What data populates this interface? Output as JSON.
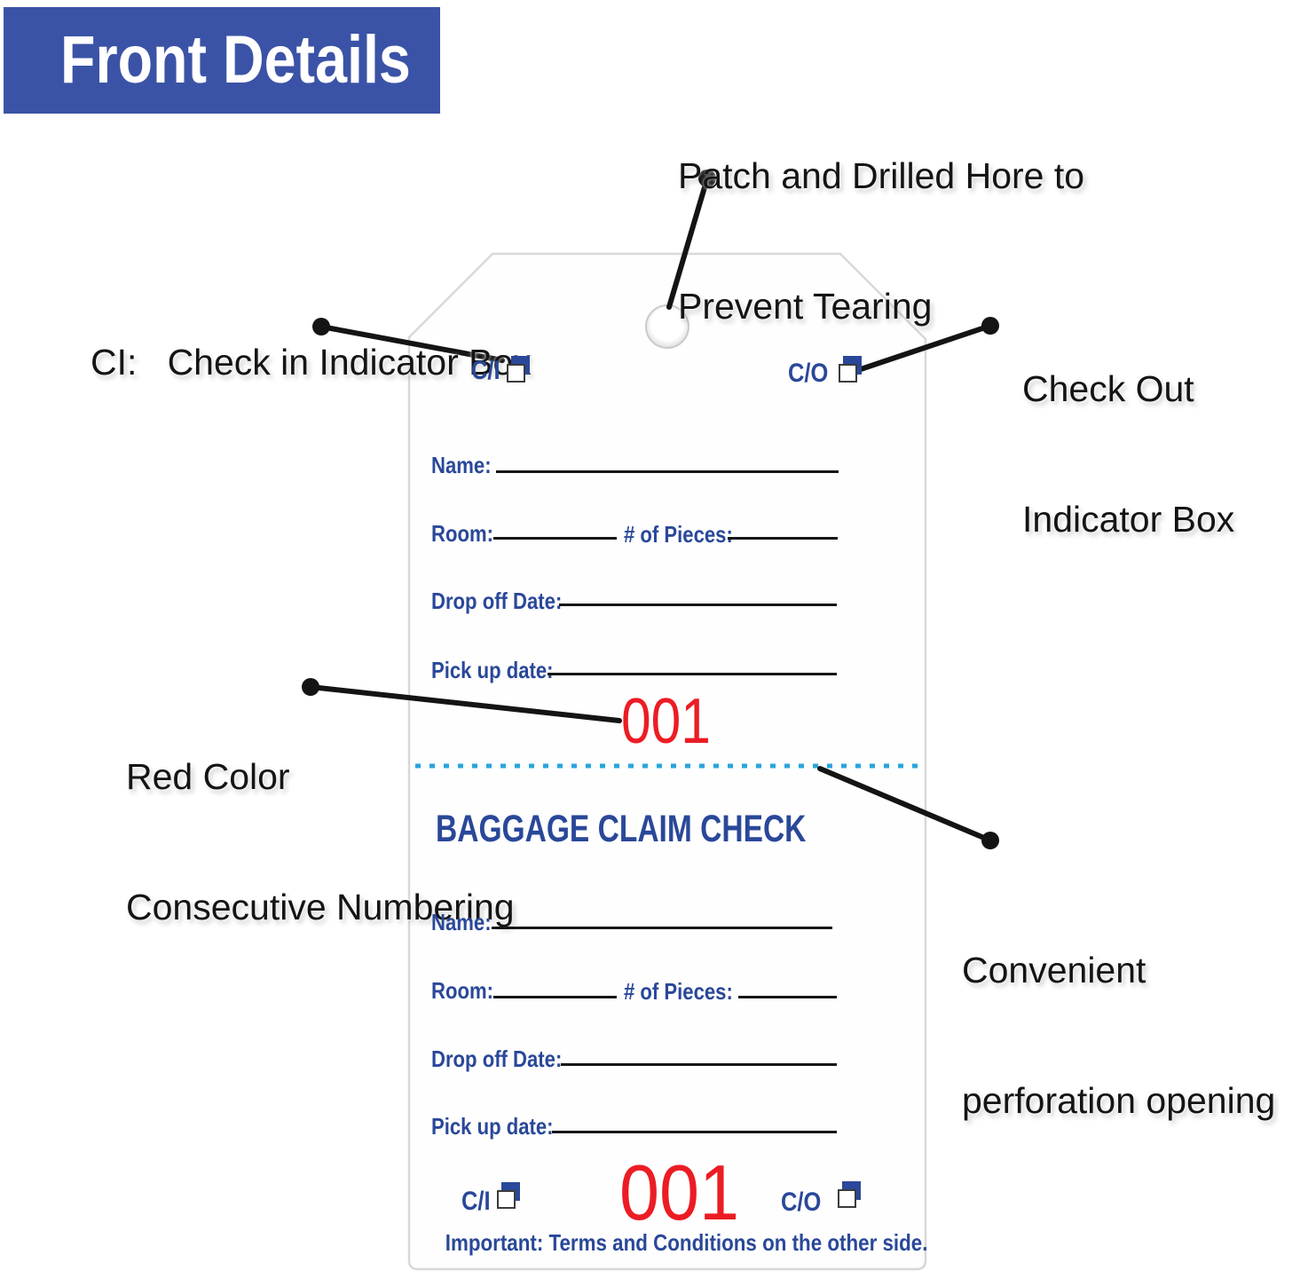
{
  "banner": {
    "title": "Front Details"
  },
  "colors": {
    "banner_blue": "#3B53A6",
    "label_blue": "#2A4899",
    "number_red": "#EC1C24",
    "perforation_cyan": "#2AA4DC",
    "callout_black": "#141414"
  },
  "annotations": {
    "patch": {
      "line1": "Patch and Drilled Hore to",
      "line2": "Prevent Tearing"
    },
    "check_in": {
      "text": "CI:   Check in Indicator Box"
    },
    "check_out": {
      "line1": "Check Out",
      "line2": "Indicator Box"
    },
    "red_numbering": {
      "line1": "Red Color",
      "line2": "Consecutive Numbering"
    },
    "perforation": {
      "line1": "Convenient",
      "line2": "perforation opening"
    }
  },
  "tag": {
    "top": {
      "ci": "C/I",
      "co": "C/O",
      "name": "Name:",
      "room": "Room:",
      "pieces": "# of Pieces:",
      "dropoff": "Drop off Date:",
      "pickup": "Pick up date:",
      "number": "001"
    },
    "bottom": {
      "title": "BAGGAGE CLAIM CHECK",
      "name": "Name:",
      "room": "Room:",
      "pieces": "# of Pieces:",
      "dropoff": "Drop off Date:",
      "pickup": "Pick up date:",
      "ci": "C/I",
      "co": "C/O",
      "number": "001",
      "footer": "Important: Terms and Conditions on the other side."
    }
  }
}
